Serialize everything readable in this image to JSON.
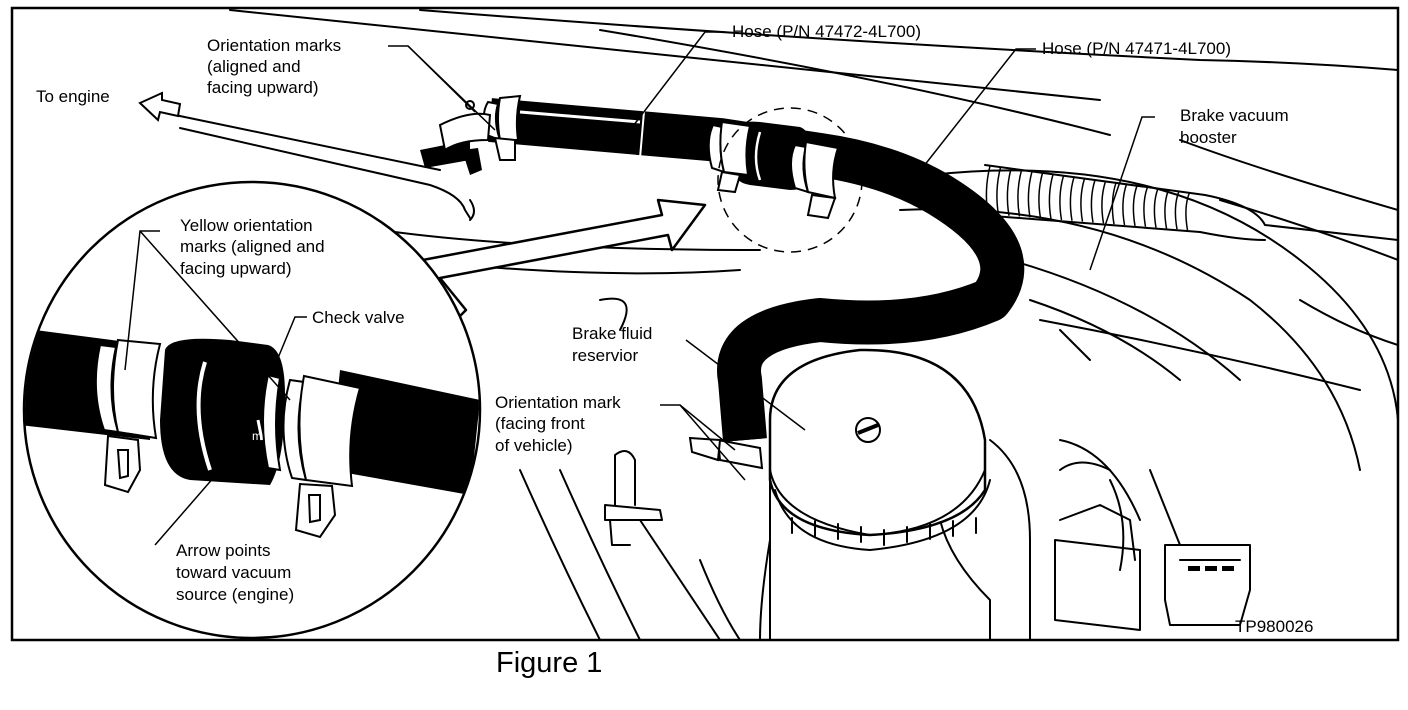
{
  "labels": {
    "hose_1": "Hose (P/N 47472-4L700)",
    "hose_2": "Hose (P/N 47471-4L700)",
    "orientation_marks": [
      "Orientation marks",
      "(aligned and",
      "facing upward)"
    ],
    "to_engine": "To engine",
    "brake_vacuum_booster": [
      "Brake vacuum",
      "booster"
    ],
    "yellow_marks": [
      "Yellow orientation",
      "marks (aligned and",
      "facing upward)"
    ],
    "check_valve": "Check valve",
    "brake_fluid_reservoir": [
      "Brake fluid",
      "reservior"
    ],
    "orientation_mark_front": [
      "Orientation mark",
      "(facing front",
      "of vehicle)"
    ],
    "arrow_points": [
      "Arrow points",
      "toward vacuum",
      "source (engine)"
    ],
    "figure_id": "TP980026"
  },
  "caption": "Figure 1"
}
